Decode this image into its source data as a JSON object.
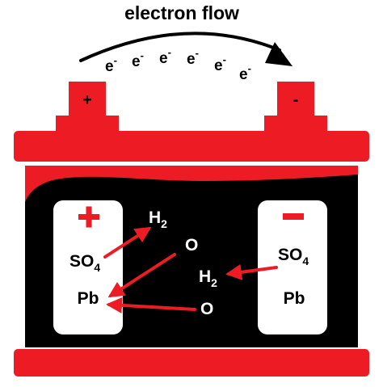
{
  "title": "electron flow",
  "electrons": [
    {
      "symbol": "e",
      "charge": "-"
    },
    {
      "symbol": "e",
      "charge": "-"
    },
    {
      "symbol": "e",
      "charge": "-"
    },
    {
      "symbol": "e",
      "charge": "-"
    },
    {
      "symbol": "e",
      "charge": "-"
    },
    {
      "symbol": "e",
      "charge": "-"
    }
  ],
  "terminals": {
    "positive": "+",
    "negative": "-"
  },
  "plates": {
    "positive": {
      "sign": "+",
      "so4": {
        "base": "SO",
        "sub": "4"
      },
      "pb": "Pb"
    },
    "negative": {
      "sign": "-",
      "so4": {
        "base": "SO",
        "sub": "4"
      },
      "pb": "Pb"
    }
  },
  "reactants": {
    "h2_left": {
      "base": "H",
      "sub": "2"
    },
    "h2_right": {
      "base": "H",
      "sub": "2"
    },
    "o_top": "O",
    "o_bottom": "O"
  },
  "colors": {
    "red": "#ed1c24",
    "black": "#000000",
    "plate": "#ffffff"
  }
}
